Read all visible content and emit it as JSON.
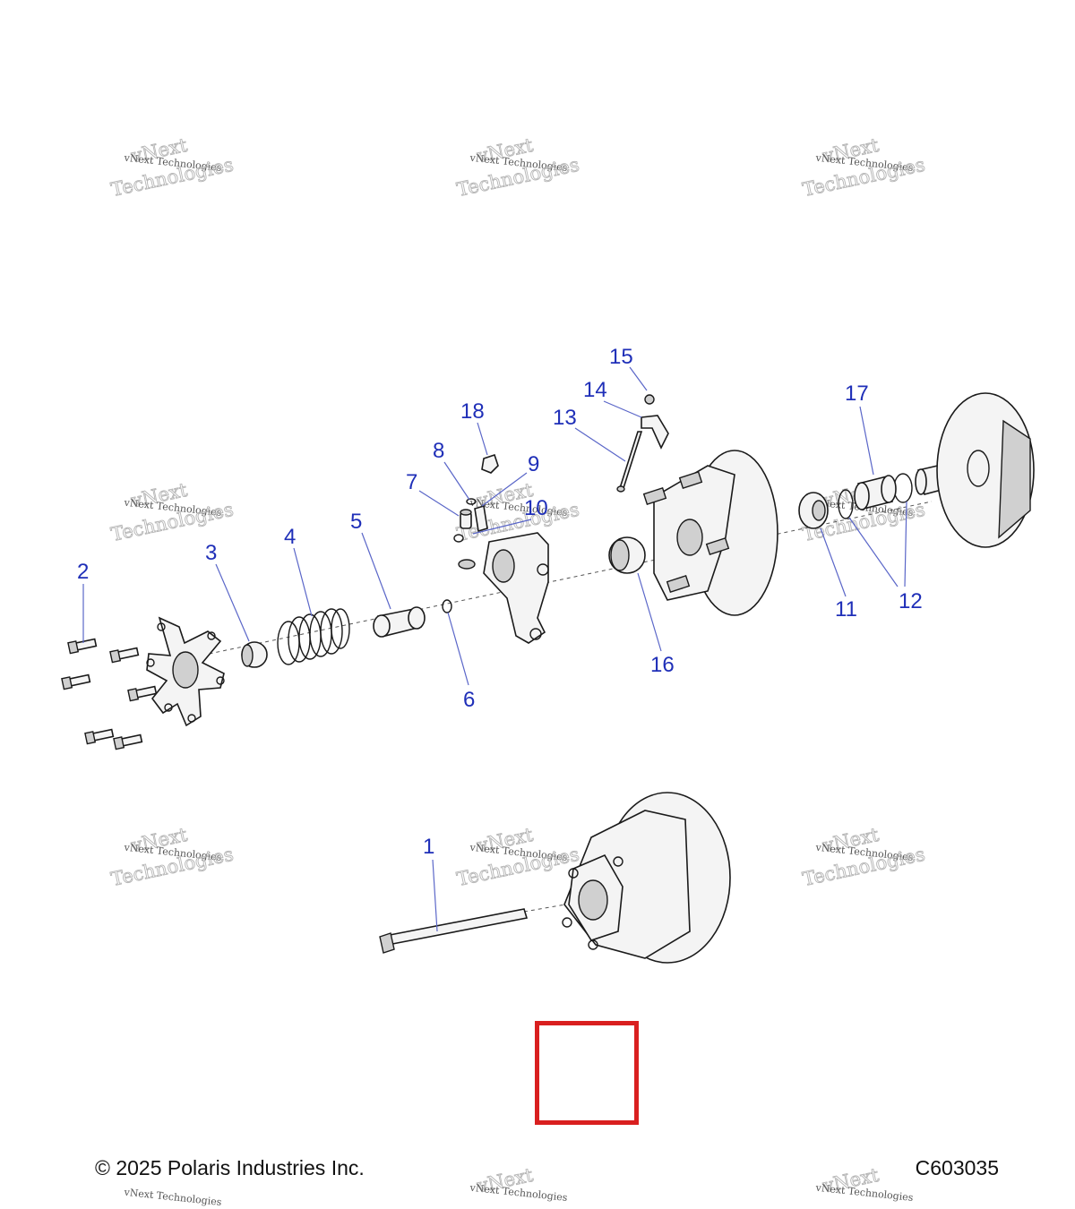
{
  "callouts": [
    "1",
    "2",
    "3",
    "4",
    "5",
    "6",
    "7",
    "8",
    "9",
    "10",
    "11",
    "12",
    "13",
    "14",
    "15",
    "16",
    "17",
    "18"
  ],
  "watermark": {
    "line1": "vNext",
    "line2": "vNext Technologies",
    "line3": "Technologies"
  },
  "footer": {
    "copyright": "© 2025 Polaris Industries Inc.",
    "code": "C603035"
  },
  "colors": {
    "callout": "#1f2fb8",
    "marker": "#d91f1f"
  }
}
